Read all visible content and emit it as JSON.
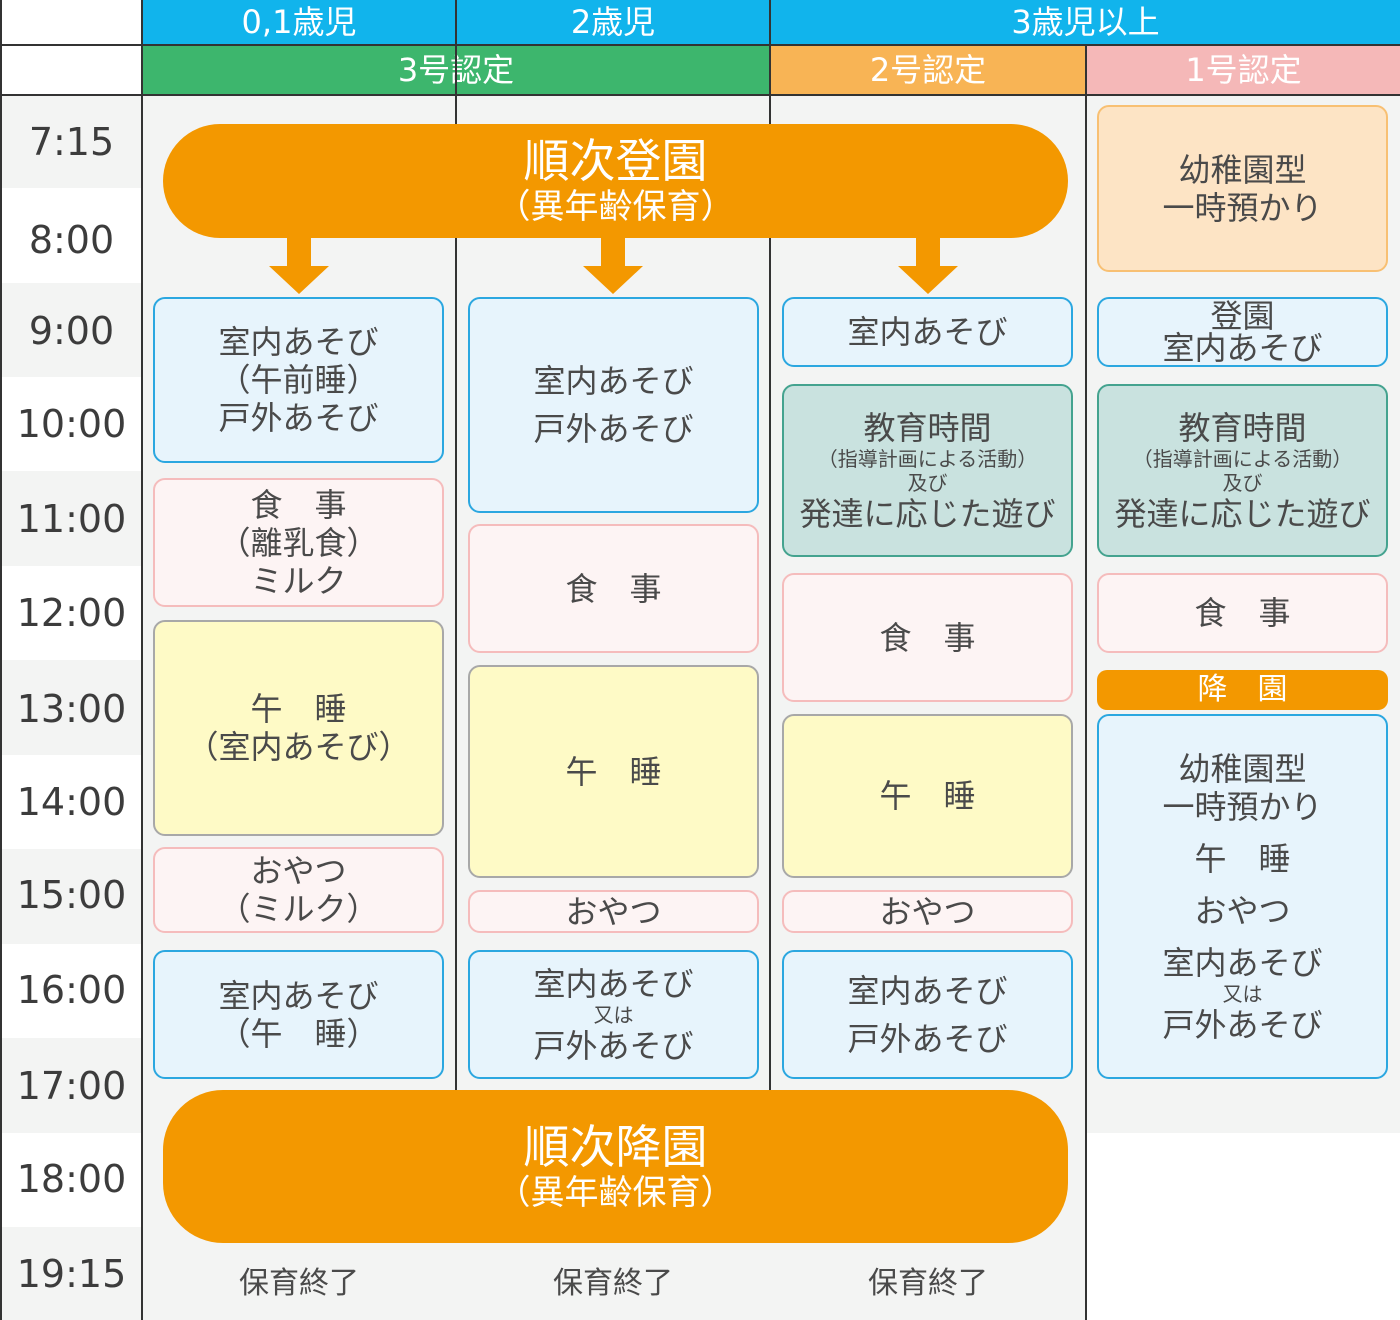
{
  "header": {
    "ages": [
      "0,1歳児",
      "2歳児",
      "3歳児以上"
    ],
    "certs": [
      "3号認定",
      "2号認定",
      "1号認定"
    ],
    "colors": {
      "age": "#11b4ec",
      "cert3": "#3db66d",
      "cert2": "#f8b455",
      "cert1": "#f5b8b8"
    }
  },
  "times": [
    "7:15",
    "8:00",
    "9:00",
    "10:00",
    "11:00",
    "12:00",
    "13:00",
    "14:00",
    "15:00",
    "16:00",
    "17:00",
    "18:00",
    "19:15"
  ],
  "pills": {
    "arrive": {
      "title": "順次登園",
      "sub": "（異年齢保育）"
    },
    "depart": {
      "title": "順次降園",
      "sub": "（異年齢保育）"
    },
    "color": "#f39800"
  },
  "col01": {
    "play": [
      "室内あそび",
      "（午前睡）",
      "戸外あそび"
    ],
    "meal": [
      "食　事",
      "（離乳食）",
      "ミルク"
    ],
    "nap": [
      "午　睡",
      "（室内あそび）"
    ],
    "snack": [
      "おやつ",
      "（ミルク）"
    ],
    "pm": [
      "室内あそび",
      "（午　睡）"
    ],
    "end": "保育終了"
  },
  "col2": {
    "play": [
      "室内あそび",
      "戸外あそび"
    ],
    "meal": "食　事",
    "nap": "午　睡",
    "snack": "おやつ",
    "pm": [
      "室内あそび",
      "又は",
      "戸外あそび"
    ],
    "end": "保育終了"
  },
  "col3": {
    "play": "室内あそび",
    "edu": [
      "教育時間",
      "（指導計画による活動）",
      "及び",
      "発達に応じた遊び"
    ],
    "meal": "食　事",
    "nap": "午　睡",
    "snack": "おやつ",
    "pm": [
      "室内あそび",
      "戸外あそび"
    ],
    "end": "保育終了"
  },
  "col1go": {
    "early": [
      "幼稚園型",
      "一時預かり"
    ],
    "arrive": [
      "登園",
      "室内あそび"
    ],
    "edu": [
      "教育時間",
      "（指導計画による活動）",
      "及び",
      "発達に応じた遊び"
    ],
    "meal": "食　事",
    "depart": "降　園",
    "after": [
      "幼稚園型",
      "一時預かり",
      "午　睡",
      "おやつ",
      "室内あそび",
      "又は",
      "戸外あそび"
    ]
  }
}
